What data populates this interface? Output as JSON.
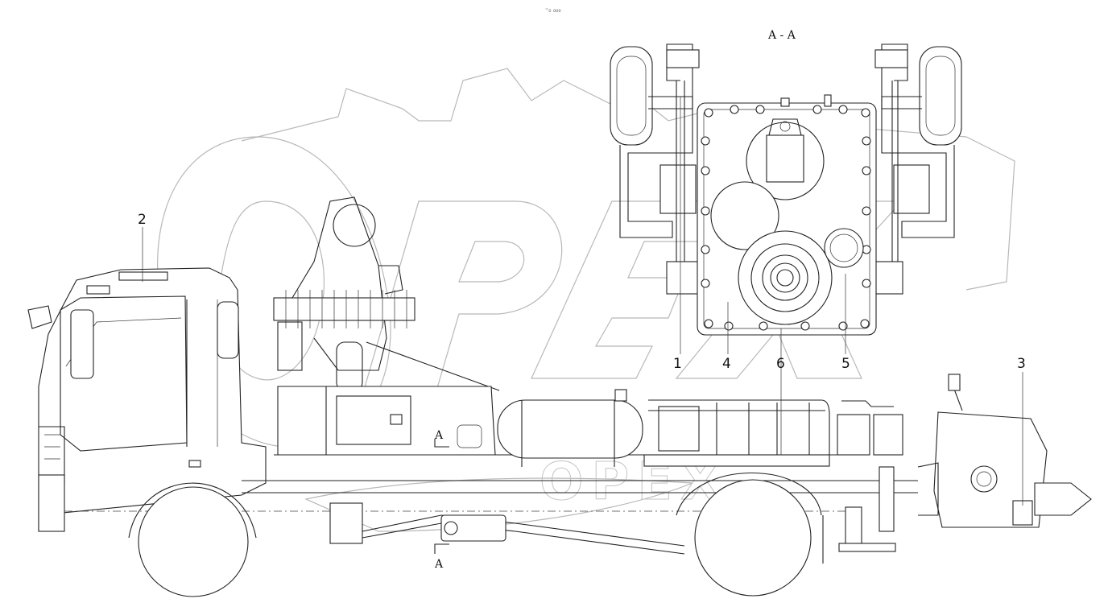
{
  "header_mark": "⁼₀ ₀₀₀",
  "section_title": "A - A",
  "section_marker": "A",
  "callouts": [
    "1",
    "2",
    "3",
    "4",
    "5",
    "6"
  ],
  "watermark_text": "OPEX"
}
